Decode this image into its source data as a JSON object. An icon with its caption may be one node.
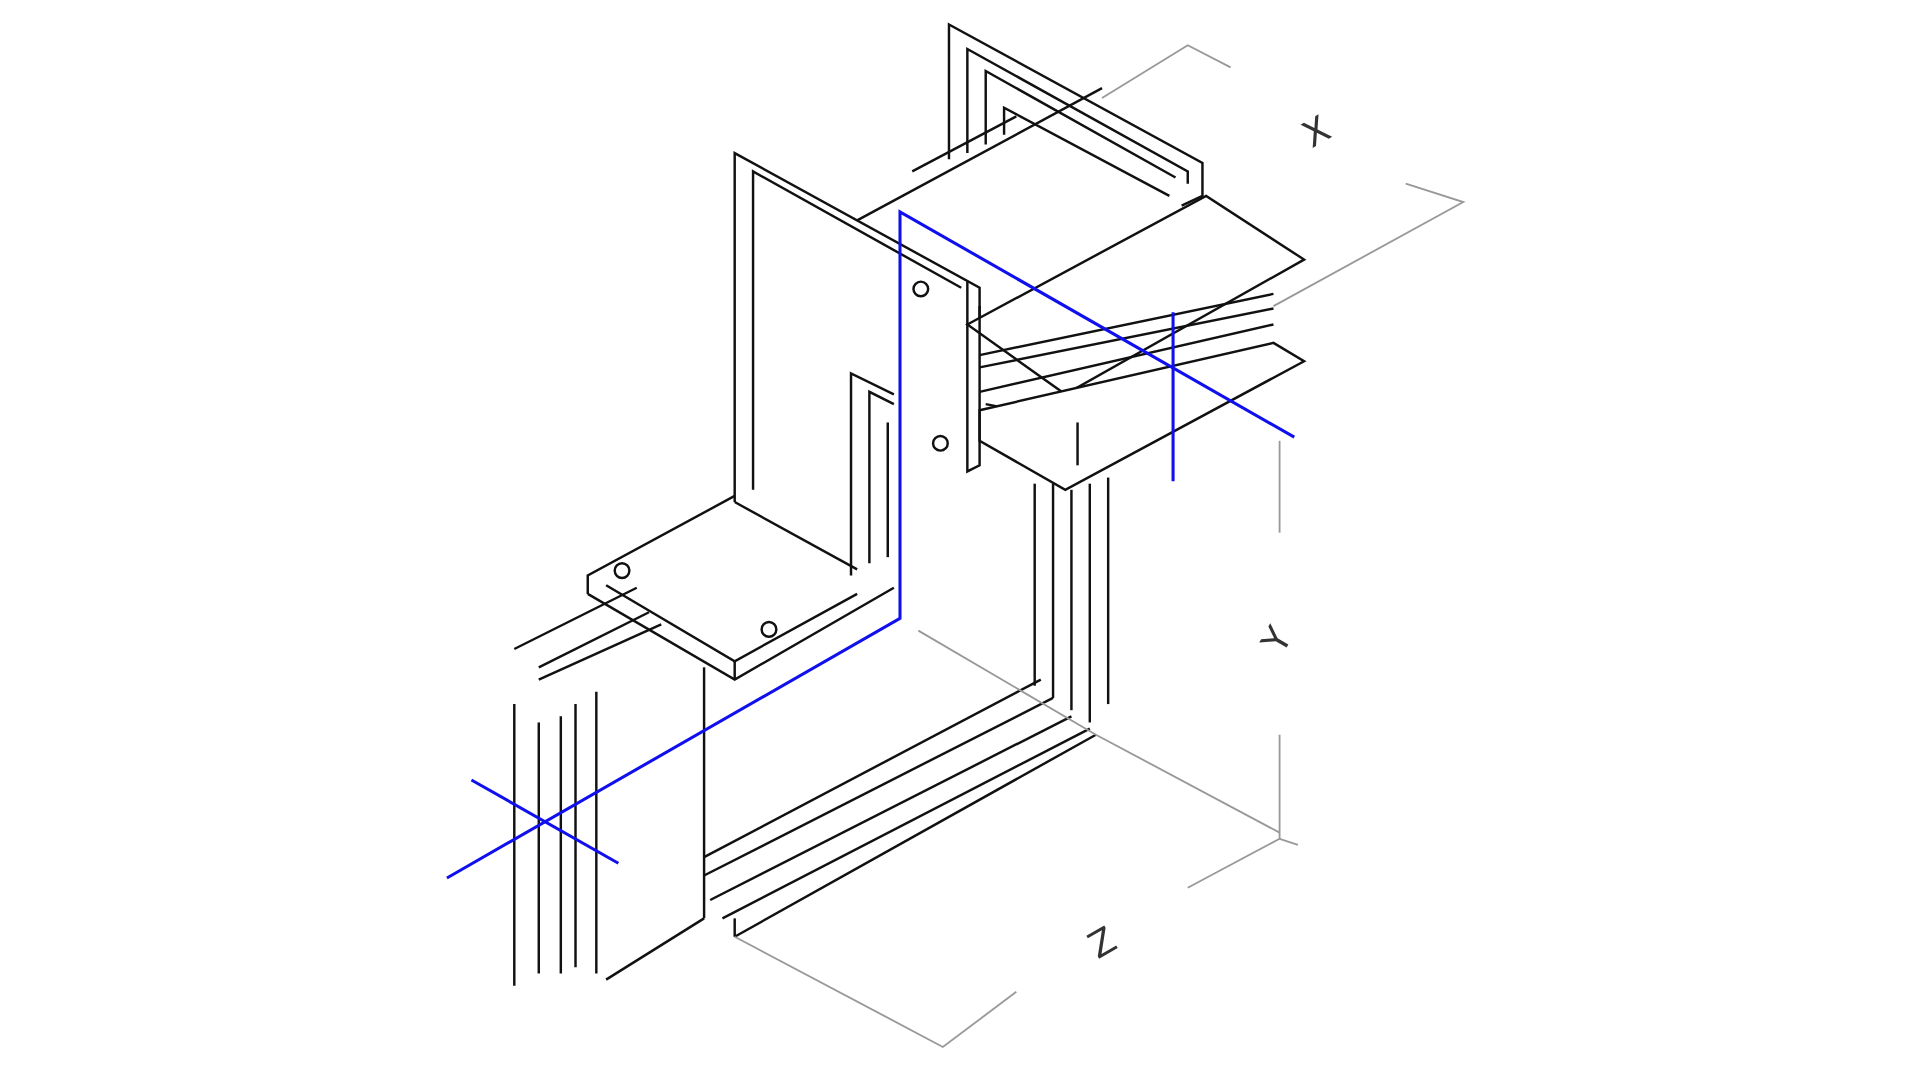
{
  "diagram": {
    "labels": [
      "X",
      "Y",
      "Z"
    ]
  }
}
